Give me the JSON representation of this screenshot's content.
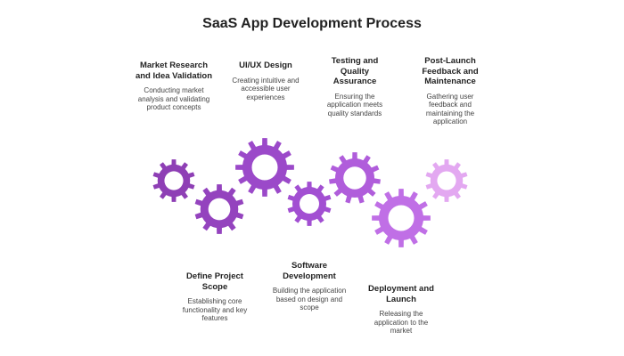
{
  "title": "SaaS App Development Process",
  "steps": [
    {
      "title": "Market Research and Idea Validation",
      "description": "Conducting market analysis and validating product concepts",
      "color": "#8e3fb5"
    },
    {
      "title": "Define Project Scope",
      "description": "Establishing core functionality and key features",
      "color": "#9443be"
    },
    {
      "title": "UI/UX Design",
      "description": "Creating intuitive and accessible user experiences",
      "color": "#9b49c9"
    },
    {
      "title": "Software Development",
      "description": "Building the application based on design and scope",
      "color": "#a24fd2"
    },
    {
      "title": "Testing and Quality Assurance",
      "description": "Ensuring the application meets quality standards",
      "color": "#b05ddb"
    },
    {
      "title": "Deployment and Launch",
      "description": "Releasing the application to the market",
      "color": "#c06fe6"
    },
    {
      "title": "Post-Launch Feedback and Maintenance",
      "description": "Gathering user feedback and maintaining the application",
      "color": "#e3a8f1"
    }
  ]
}
